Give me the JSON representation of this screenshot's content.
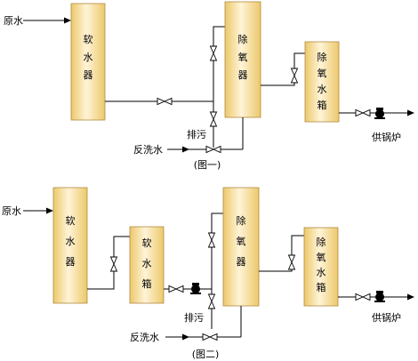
{
  "fig1": {
    "caption": "(图一)",
    "raw_water": "原水",
    "softener": [
      "软",
      "水",
      "器"
    ],
    "deaerator": [
      "除",
      "氧",
      "器"
    ],
    "deaerator_tank": [
      "除",
      "氧",
      "水",
      "箱"
    ],
    "drain": "排污",
    "backwash": "反洗水",
    "to_boiler": "供锅炉"
  },
  "fig2": {
    "caption": "(图二)",
    "raw_water": "原水",
    "softener": [
      "软",
      "水",
      "器"
    ],
    "soft_tank": [
      "软",
      "水",
      "箱"
    ],
    "deaerator": [
      "除",
      "氧",
      "器"
    ],
    "deaerator_tank": [
      "除",
      "氧",
      "水",
      "箱"
    ],
    "drain": "排污",
    "backwash": "反洗水",
    "to_boiler": "供锅炉"
  },
  "colors": {
    "tank_light": "#fff4d8",
    "tank_dark": "#ecc86a",
    "tank_edge": "#b08a40"
  }
}
